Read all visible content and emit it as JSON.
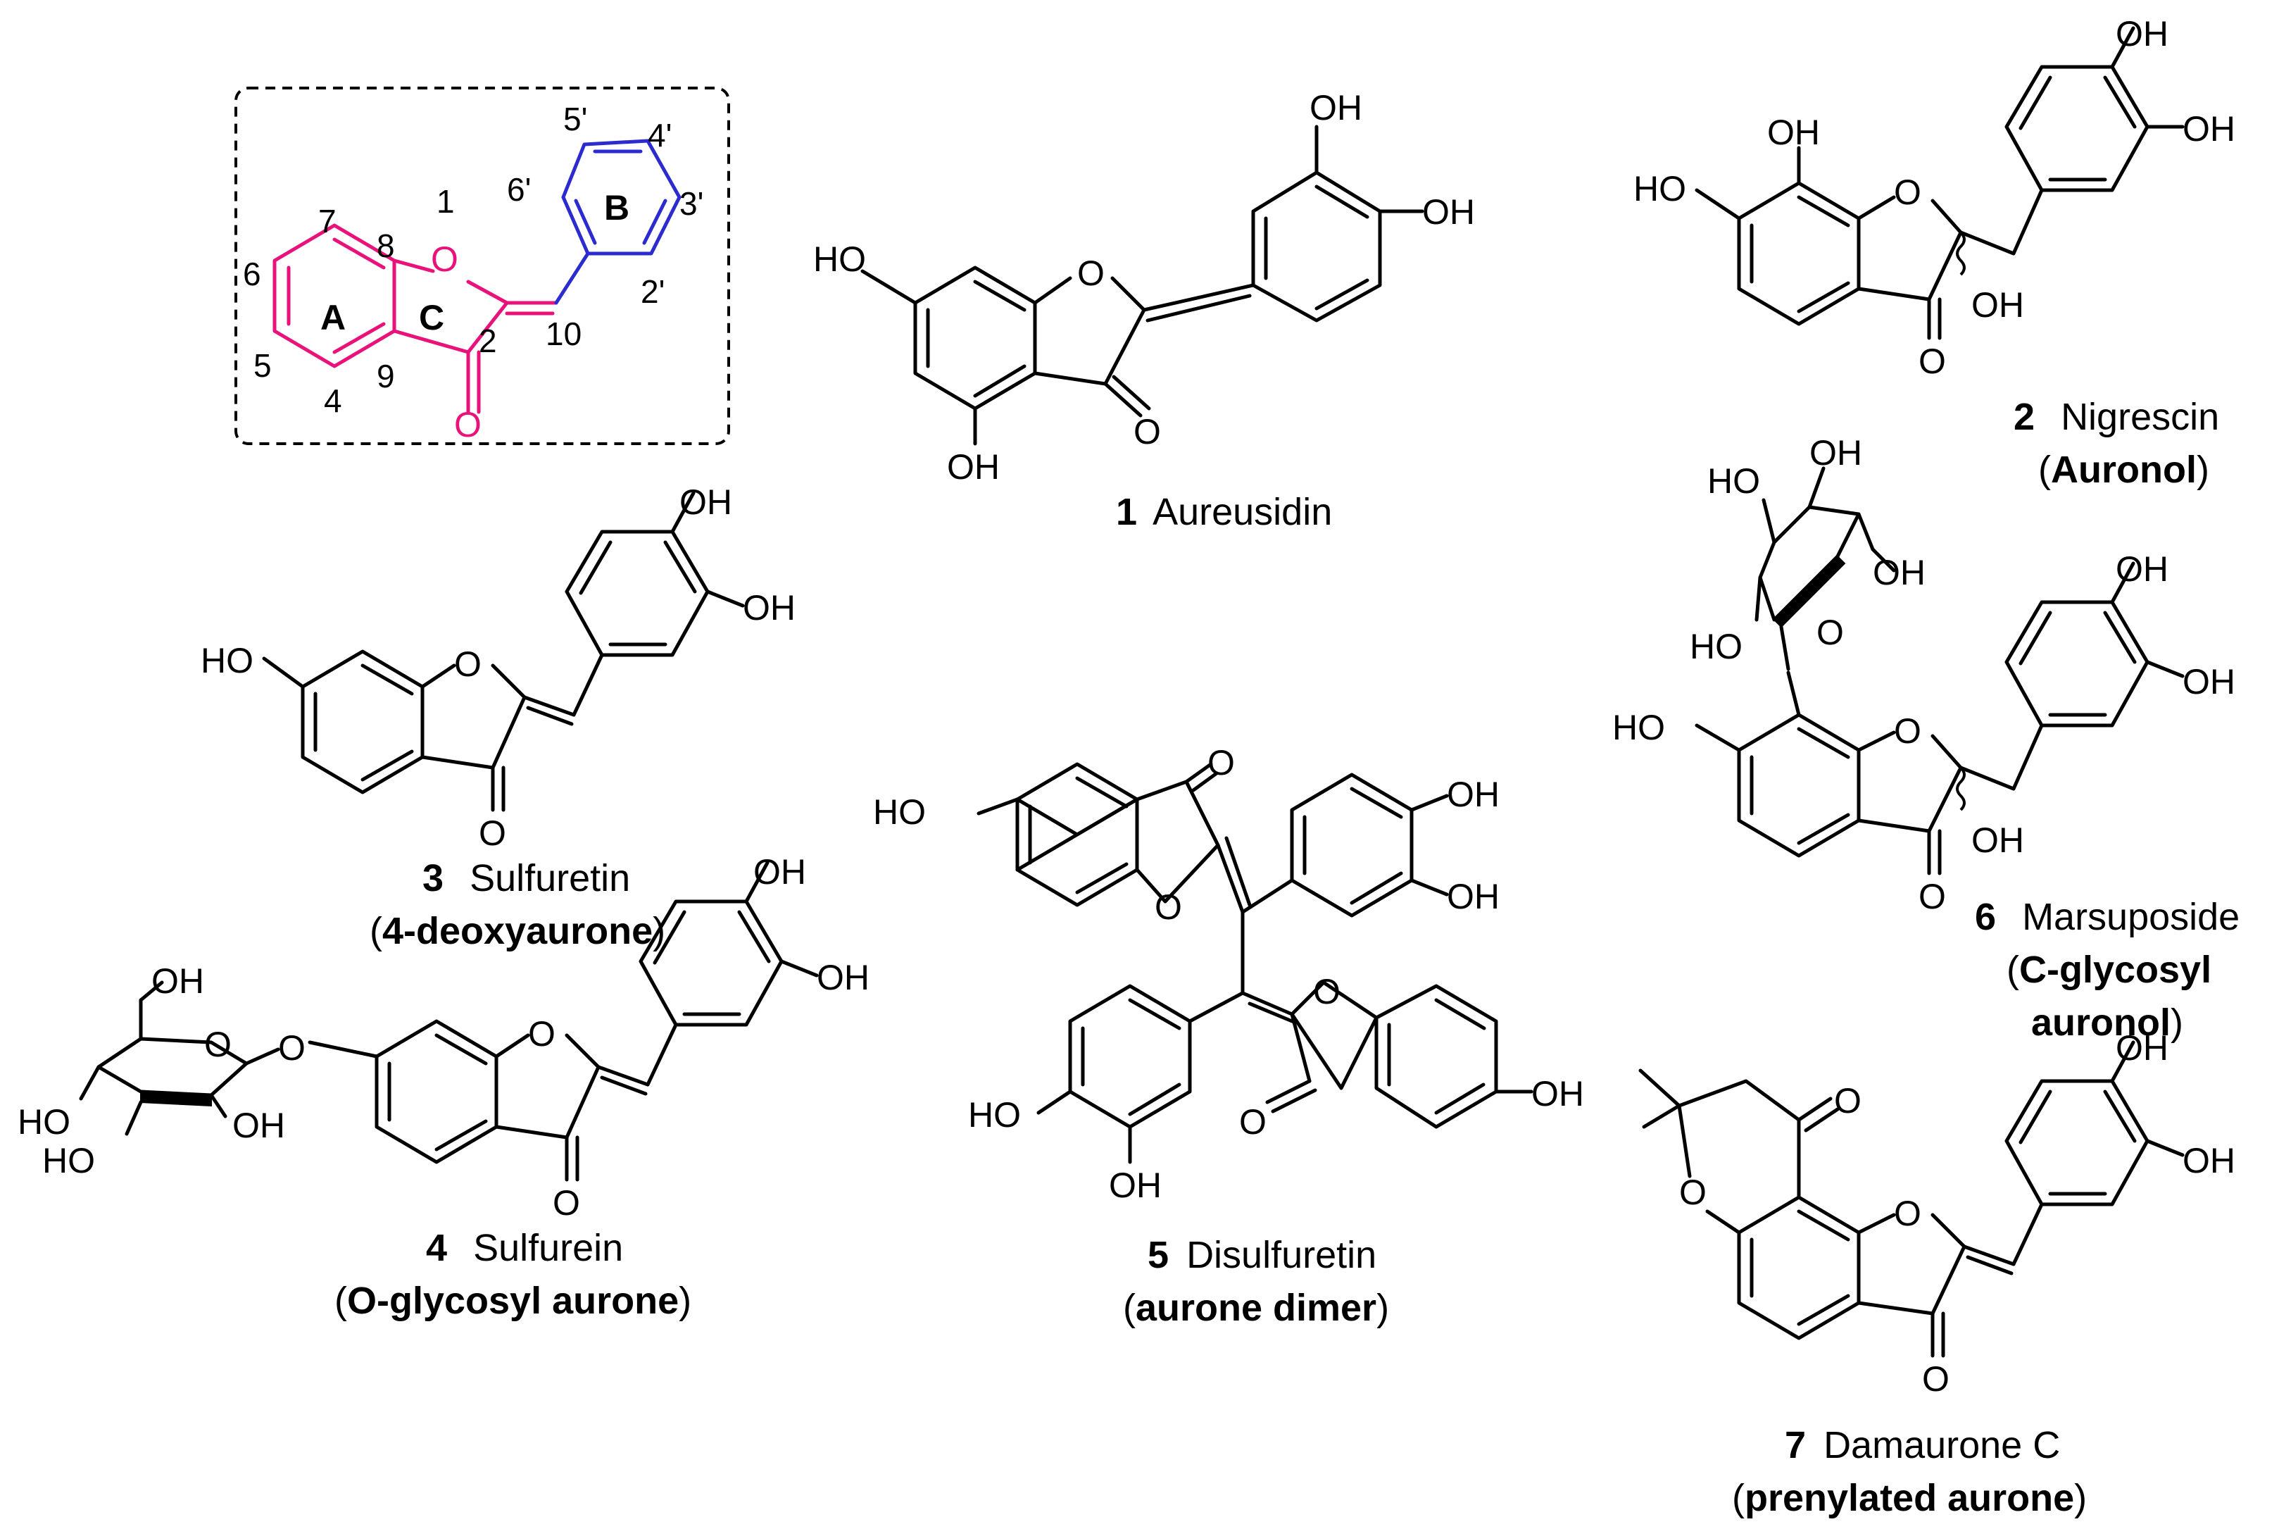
{
  "core": {
    "position_numbers": [
      "1",
      "2",
      "3'",
      "4",
      "4'",
      "5",
      "5'",
      "6",
      "6'",
      "7",
      "8",
      "9",
      "10",
      "2'"
    ],
    "ring_labels": {
      "A": "A",
      "B": "B",
      "C": "C"
    },
    "colors": {
      "rings_A_C": "#e8127a",
      "ring_B": "#2b2bd0"
    }
  },
  "atoms": {
    "hydroxyl": "OH",
    "hydroxyl_left": "HO",
    "oxygen": "O"
  },
  "compounds": [
    {
      "number": "1",
      "name": "Aureusidin",
      "class": ""
    },
    {
      "number": "2",
      "name": "Nigrescin",
      "class": "Auronol"
    },
    {
      "number": "3",
      "name": "Sulfuretin",
      "class": "4-deoxyaurone"
    },
    {
      "number": "4",
      "name": "Sulfurein",
      "class": "O-glycosyl aurone"
    },
    {
      "number": "5",
      "name": "Disulfuretin",
      "class": "aurone dimer"
    },
    {
      "number": "6",
      "name": "Marsuposide",
      "class_line1": "C-glycosyl",
      "class_line2": "auronol"
    },
    {
      "number": "7",
      "name": "Damaurone C",
      "class": "prenylated aurone"
    }
  ]
}
